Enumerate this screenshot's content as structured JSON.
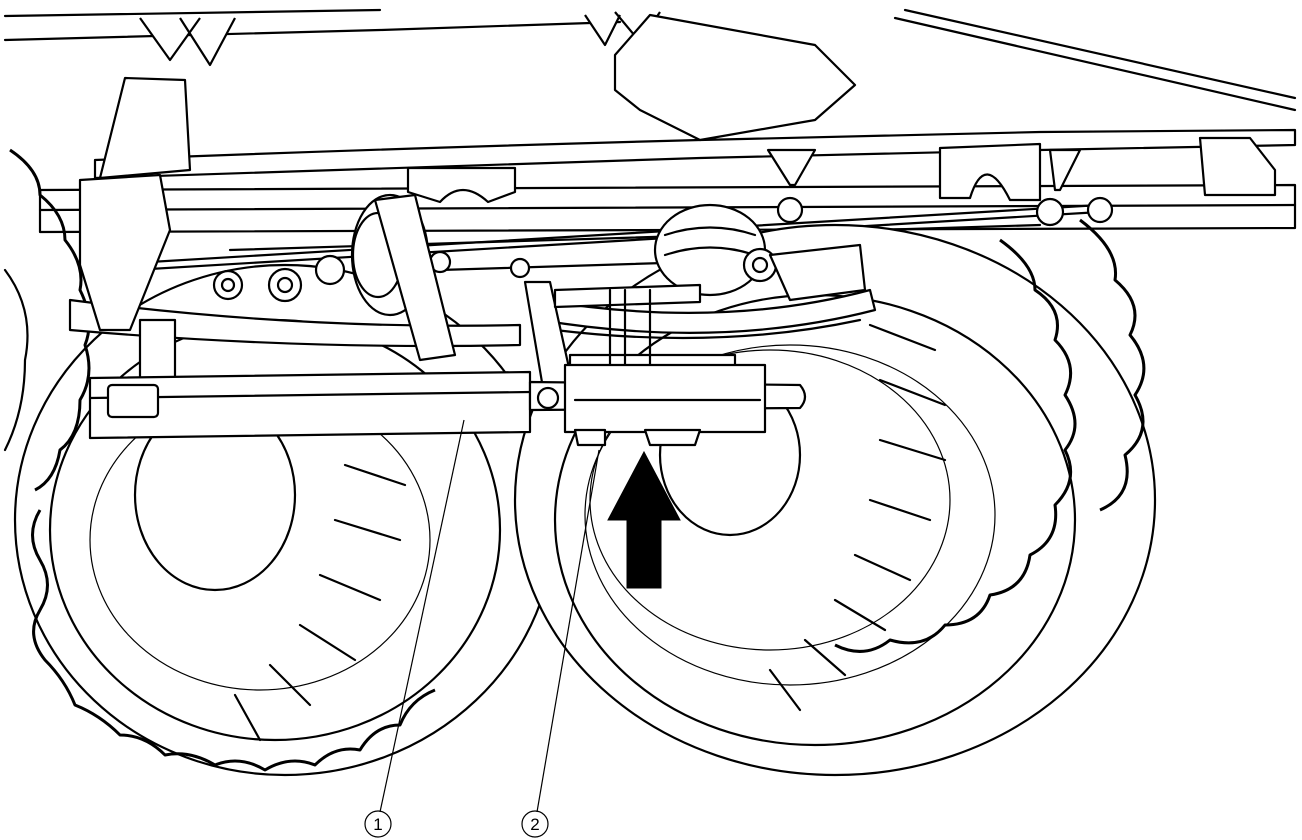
{
  "callouts": [
    {
      "label": "1"
    },
    {
      "label": "2"
    }
  ],
  "arrow": {
    "direction": "up",
    "color": "#000000"
  },
  "style": {
    "line_color": "#000000",
    "background": "#ffffff"
  }
}
